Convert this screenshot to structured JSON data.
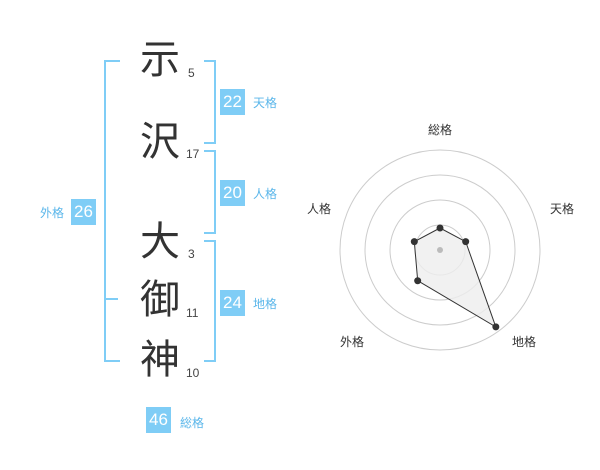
{
  "name": {
    "characters": [
      {
        "char": "示",
        "strokes": "5"
      },
      {
        "char": "沢",
        "strokes": "17"
      },
      {
        "char": "大",
        "strokes": "3"
      },
      {
        "char": "御",
        "strokes": "11"
      },
      {
        "char": "神",
        "strokes": "10"
      }
    ]
  },
  "fortune": {
    "tenkaku": {
      "value": "22",
      "label": "天格"
    },
    "jinkaku": {
      "value": "20",
      "label": "人格"
    },
    "chikaku": {
      "value": "24",
      "label": "地格"
    },
    "gaikaku": {
      "value": "26",
      "label": "外格"
    },
    "soukaku": {
      "value": "46",
      "label": "総格"
    }
  },
  "radar": {
    "axes": [
      "総格",
      "天格",
      "地格",
      "外格",
      "人格"
    ],
    "values": [
      0.22,
      0.27,
      0.95,
      0.38,
      0.27
    ],
    "ring_count": 4,
    "colors": {
      "ring": "#cccccc",
      "fill": "#eeeeee",
      "line": "#333333",
      "point": "#333333",
      "center": "#bbbbbb"
    }
  },
  "colors": {
    "accent": "#7fcdf6",
    "accent_text": "#5ab6ea",
    "kanji": "#333333"
  }
}
